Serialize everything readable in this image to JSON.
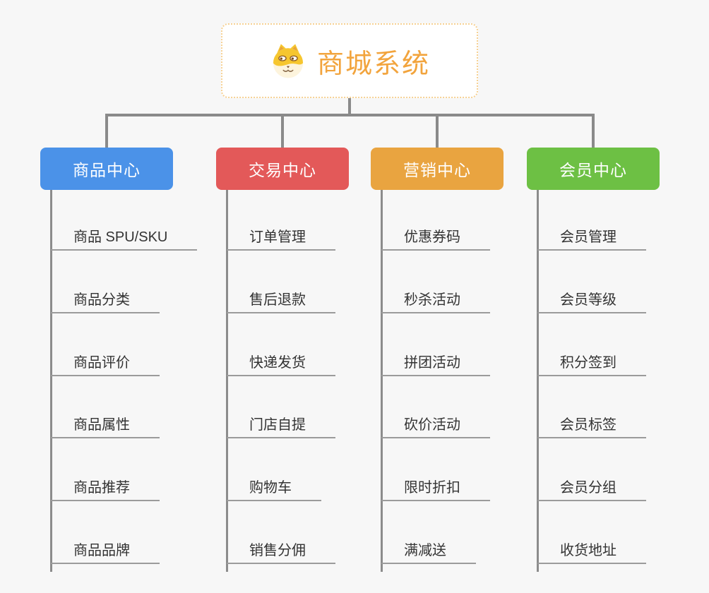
{
  "root": {
    "label": "商城系统",
    "icon": "dog-face-icon",
    "accent_color": "#f2a43d",
    "border_color": "#f6d193"
  },
  "branches": [
    {
      "label": "商品中心",
      "color": "#4b92e8",
      "children": [
        "商品 SPU/SKU",
        "商品分类",
        "商品评价",
        "商品属性",
        "商品推荐",
        "商品品牌"
      ]
    },
    {
      "label": "交易中心",
      "color": "#e35959",
      "children": [
        "订单管理",
        "售后退款",
        "快递发货",
        "门店自提",
        "购物车",
        "销售分佣"
      ]
    },
    {
      "label": "营销中心",
      "color": "#e9a440",
      "children": [
        "优惠券码",
        "秒杀活动",
        "拼团活动",
        "砍价活动",
        "限时折扣",
        "满减送"
      ]
    },
    {
      "label": "会员中心",
      "color": "#6dc044",
      "children": [
        "会员管理",
        "会员等级",
        "积分签到",
        "会员标签",
        "会员分组",
        "收货地址"
      ]
    }
  ]
}
